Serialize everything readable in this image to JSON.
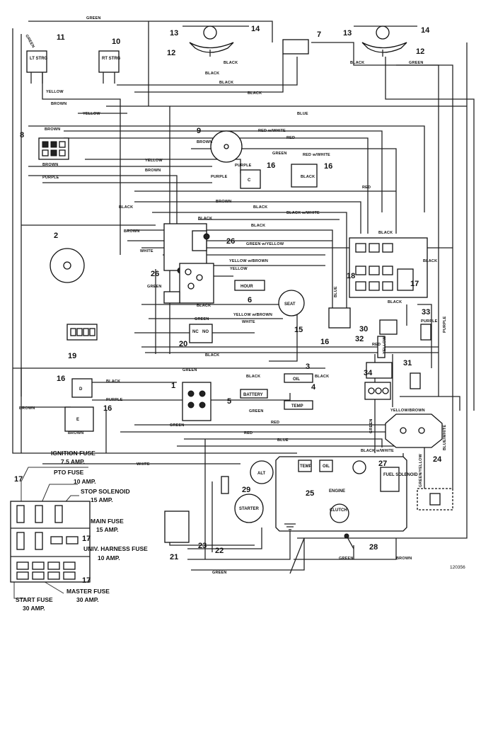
{
  "wire_labels": {
    "green": "GREEN",
    "black": "BLACK",
    "yellow": "YELLOW",
    "brown": "BROWN",
    "blue": "BLUE",
    "red": "RED",
    "white": "WHITE",
    "purple": "PURPLE",
    "red_white": "RED w/WHITE",
    "black_white": "BLACK w/WHITE",
    "green_yellow": "GREEN w/YELLOW",
    "yellow_brown": "YELLOW w/BROWN",
    "yellow_brown_alt": "YELLOW/BROWN",
    "blue_white": "BLUE/WHITE",
    "green_yellow_alt": "GREEN/YELLOW"
  },
  "component_labels": {
    "lt_strg": "LT STRG",
    "rt_strg": "RT STRG",
    "alt": "ALT",
    "starter": "STARTER",
    "seat": "SEAT",
    "temp": "TEMP",
    "oil": "OIL",
    "engine": "ENGINE",
    "clutch": "CLUTCH",
    "fuel_solenoid": "FUEL SOLENOID",
    "battery": "BATTERY",
    "hour_meter": "HOUR",
    "nc": "NC",
    "no": "NO"
  },
  "callouts": {
    "c1": "1",
    "c2": "2",
    "c3": "3",
    "c4": "4",
    "c5": "5",
    "c6": "6",
    "c7": "7",
    "c8": "8",
    "c9": "9",
    "c10": "10",
    "c11": "11",
    "c12": "12",
    "c13": "13",
    "c14": "14",
    "c15": "15",
    "c16": "16",
    "c17": "17",
    "c18": "18",
    "c19": "19",
    "c20": "20",
    "c21": "21",
    "c22": "22",
    "c23": "23",
    "c24": "24",
    "c25": "25",
    "c26": "26",
    "c27": "27",
    "c28": "28",
    "c29": "29",
    "c30": "30",
    "c31": "31",
    "c32": "32",
    "c33": "33",
    "c34": "34"
  },
  "fuse_legend": {
    "ignition": "IGNITION FUSE",
    "ignition_amp": "7.5 AMP.",
    "pto": "PTO FUSE",
    "pto_amp": "10 AMP.",
    "stop": "STOP SOLENOID",
    "stop_amp": "15 AMP.",
    "main": "MAIN FUSE",
    "main_amp": "15 AMP.",
    "univ": "UNIV. HARNESS FUSE",
    "univ_amp": "10 AMP.",
    "master": "MASTER FUSE",
    "master_amp": "30 AMP.",
    "start": "START FUSE",
    "start_amp": "30 AMP."
  },
  "drawing_number": "120356"
}
